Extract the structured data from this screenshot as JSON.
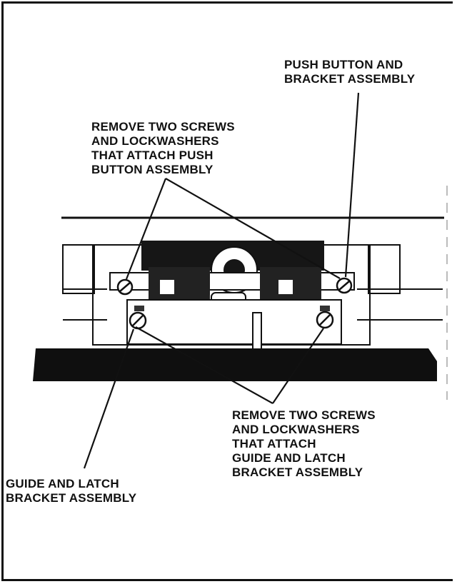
{
  "callouts": {
    "push_button": "PUSH BUTTON AND\nBRACKET ASSEMBLY",
    "remove_top": "REMOVE TWO SCREWS\nAND LOCKWASHERS\nTHAT ATTACH PUSH\nBUTTON ASSEMBLY",
    "remove_bottom": "REMOVE TWO SCREWS\nAND LOCKWASHERS\nTHAT ATTACH\nGUIDE AND LATCH\nBRACKET ASSEMBLY",
    "guide_latch": "GUIDE AND LATCH\nBRACKET ASSEMBLY"
  }
}
